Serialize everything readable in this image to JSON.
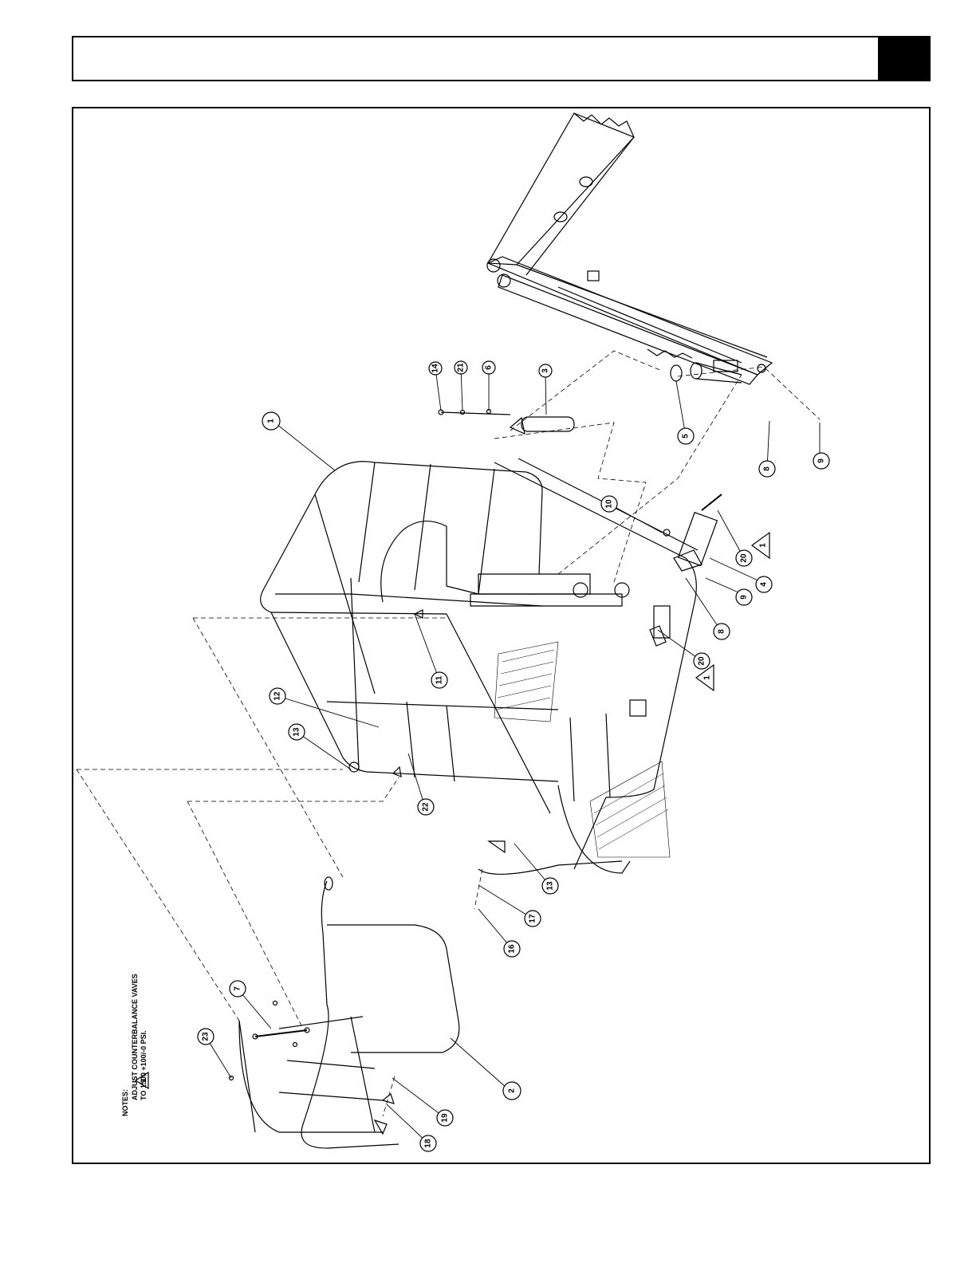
{
  "header": {
    "title": ""
  },
  "callouts": [
    {
      "id": "c1",
      "label": "1"
    },
    {
      "id": "c2",
      "label": "2"
    },
    {
      "id": "c3",
      "label": "3"
    },
    {
      "id": "c4",
      "label": "4"
    },
    {
      "id": "c5",
      "label": "5"
    },
    {
      "id": "c6",
      "label": "6"
    },
    {
      "id": "c7",
      "label": "7"
    },
    {
      "id": "c8a",
      "label": "8"
    },
    {
      "id": "c8b",
      "label": "8"
    },
    {
      "id": "c9a",
      "label": "9"
    },
    {
      "id": "c9b",
      "label": "9"
    },
    {
      "id": "c10",
      "label": "10"
    },
    {
      "id": "c11",
      "label": "11"
    },
    {
      "id": "c12",
      "label": "12"
    },
    {
      "id": "c13a",
      "label": "13"
    },
    {
      "id": "c13b",
      "label": "13"
    },
    {
      "id": "c14",
      "label": "14"
    },
    {
      "id": "c16",
      "label": "16"
    },
    {
      "id": "c17",
      "label": "17"
    },
    {
      "id": "c18",
      "label": "18"
    },
    {
      "id": "c19",
      "label": "19"
    },
    {
      "id": "c20a",
      "label": "20"
    },
    {
      "id": "c20b",
      "label": "20"
    },
    {
      "id": "c21",
      "label": "21"
    },
    {
      "id": "c22",
      "label": "22"
    },
    {
      "id": "c23",
      "label": "23"
    }
  ],
  "flags": [
    {
      "id": "f1",
      "label": "1"
    },
    {
      "id": "f2",
      "label": "1"
    },
    {
      "id": "f3",
      "label": "1"
    }
  ],
  "notes": {
    "title": "NOTES:",
    "line1": "ADJUST COUNTERBALANCE VAVES",
    "line2": "TO 1500 +100/-0 PSI."
  }
}
